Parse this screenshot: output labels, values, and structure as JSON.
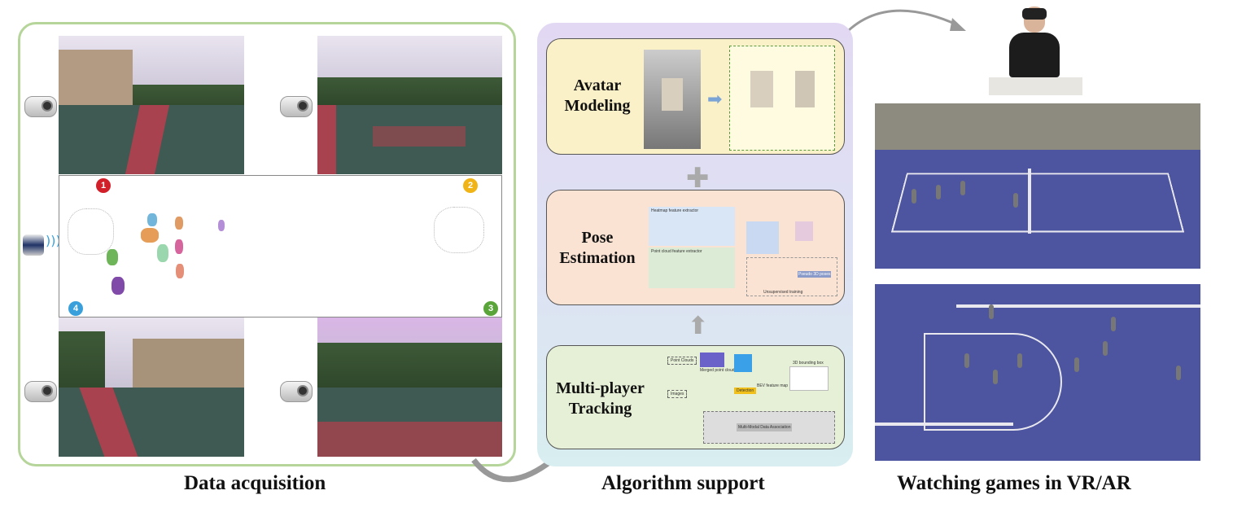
{
  "sections": {
    "data_acquisition": "Data acquisition",
    "algorithm_support": "Algorithm support",
    "watching": "Watching games in VR/AR"
  },
  "badges": [
    "1",
    "2",
    "3",
    "4"
  ],
  "colors": {
    "badge1": "#d1202a",
    "badge2": "#f0b416",
    "badge3": "#5aa53a",
    "badge4": "#3aa0dc",
    "frame": "#b5d59a"
  },
  "modules": {
    "avatar": {
      "title": "Avatar Modeling"
    },
    "pose": {
      "title": "Pose Estimation",
      "labels": [
        "Heatmap feature extractor",
        "Point cloud feature extractor",
        "Unsupervised training",
        "Pseudo 3D poses"
      ]
    },
    "tracking": {
      "title": "Multi-player Tracking",
      "labels": [
        "Point Clouds",
        "Merged point cloud",
        "Images",
        "BEV feature map",
        "3D bounding box",
        "Multi-Modal Data Association",
        "Detection"
      ]
    }
  },
  "icons": [
    "camera-icon",
    "lidar-icon",
    "plus-icon",
    "arrow-up-icon",
    "curved-arrow-icon"
  ]
}
